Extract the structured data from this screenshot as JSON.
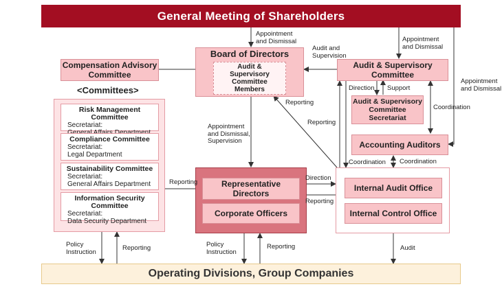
{
  "title": "General Meeting of Shareholders",
  "bottom": "Operating Divisions, Group Companies",
  "board": {
    "title": "Board of Directors",
    "sub": "Audit & Supervisory Committee Members"
  },
  "compensation": {
    "line1": "Compensation Advisory",
    "line2": "Committee"
  },
  "audit_committee": {
    "line1": "Audit & Supervisory",
    "line2": "Committee"
  },
  "audit_secretariat": {
    "line1": "Audit & Supervisory",
    "line2": "Committee Secretariat"
  },
  "accounting_auditors": "Accounting Auditors",
  "committees_heading": "<Committees>",
  "committees": [
    {
      "name": "Risk Management Committee",
      "line1": "Secretariat:",
      "line2": "General Affairs Department"
    },
    {
      "name": "Compliance Committee",
      "line1": "Secretariat:",
      "line2": "Legal Department"
    },
    {
      "name": "Sustainability Committee",
      "line1": "Secretariat:",
      "line2": "General Affairs Department"
    },
    {
      "name": "Information Security Committee",
      "line1": "Secretariat:",
      "line2": "Data Security Department"
    }
  ],
  "representative": {
    "line1": "Representative",
    "line2": "Directors"
  },
  "corporate_officers": "Corporate Officers",
  "internal_audit": "Internal Audit Office",
  "internal_control": "Internal Control Office",
  "labels": {
    "appointment_board": [
      "Appointment",
      "and Dismissal"
    ],
    "appointment_audit": [
      "Appointment",
      "and Dismissal"
    ],
    "audit_supervision": [
      "Audit and",
      "Supervision"
    ],
    "appointment_right": [
      "Appointment",
      "and Dismissal"
    ],
    "reporting_board": "Reporting",
    "direction_sec": "Direction",
    "support_sec": "Support",
    "coordination_right": "Coordination",
    "reporting_diag": "Reporting",
    "appointment_rep": [
      "Appointment",
      "and Dismissal,",
      "Supervision"
    ],
    "coordination_left": "Coordination",
    "coordination_mid": "Coordination",
    "reporting_committees": "Reporting",
    "direction_internal": "Direction",
    "reporting_internal": "Reporting",
    "policy_left": [
      "Policy",
      "Instruction"
    ],
    "reporting_left": "Reporting",
    "policy_mid": [
      "Policy",
      "Instruction"
    ],
    "reporting_mid": "Reporting",
    "audit_bottom": "Audit"
  }
}
